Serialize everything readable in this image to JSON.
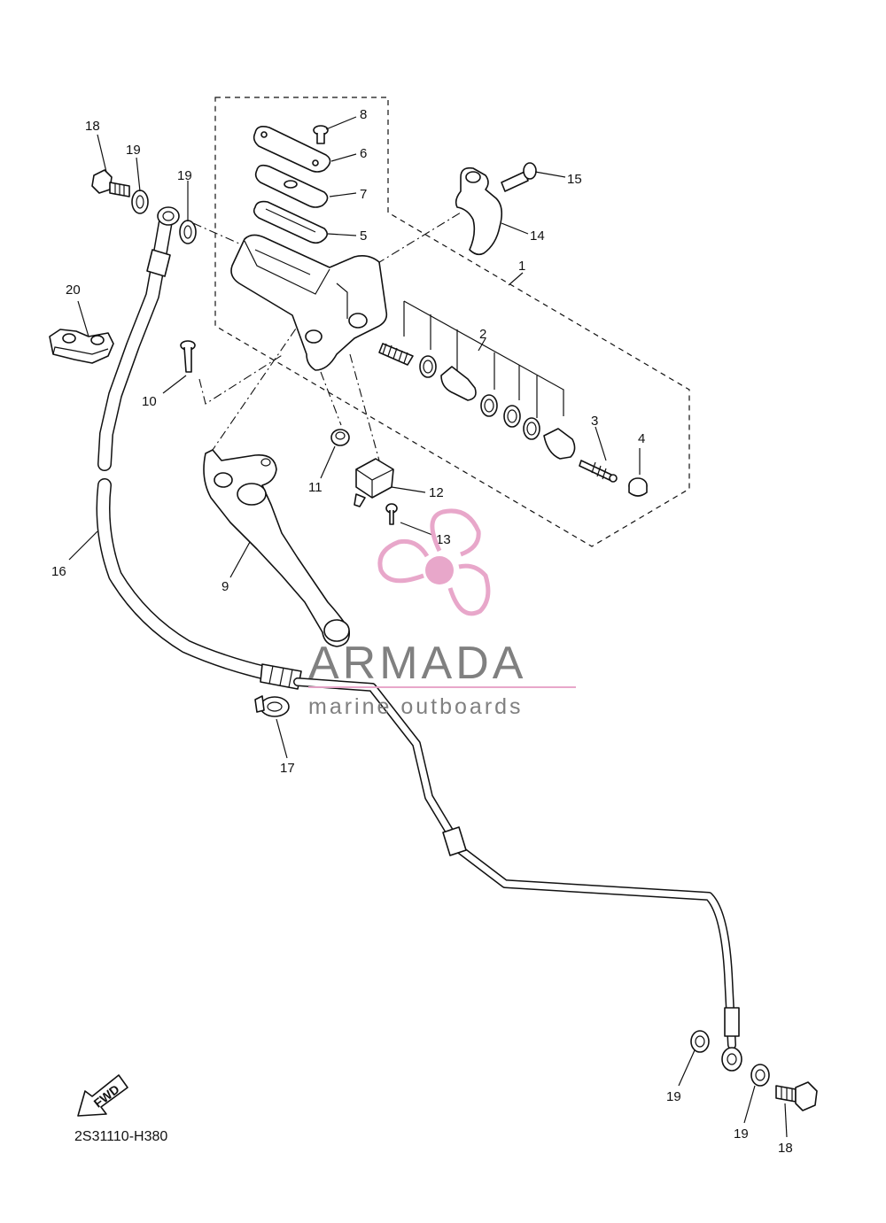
{
  "diagram": {
    "drawing_code": "2S31110-H380",
    "fwd_label": "FWD",
    "callouts": [
      {
        "id": "c1",
        "text": "1"
      },
      {
        "id": "c2",
        "text": "2"
      },
      {
        "id": "c3",
        "text": "3"
      },
      {
        "id": "c4",
        "text": "4"
      },
      {
        "id": "c5",
        "text": "5"
      },
      {
        "id": "c6",
        "text": "6"
      },
      {
        "id": "c7",
        "text": "7"
      },
      {
        "id": "c8",
        "text": "8"
      },
      {
        "id": "c9",
        "text": "9"
      },
      {
        "id": "c10",
        "text": "10"
      },
      {
        "id": "c11",
        "text": "11"
      },
      {
        "id": "c12",
        "text": "12"
      },
      {
        "id": "c13",
        "text": "13"
      },
      {
        "id": "c14",
        "text": "14"
      },
      {
        "id": "c15",
        "text": "15"
      },
      {
        "id": "c16",
        "text": "16"
      },
      {
        "id": "c17",
        "text": "17"
      },
      {
        "id": "c18a",
        "text": "18"
      },
      {
        "id": "c18b",
        "text": "18"
      },
      {
        "id": "c19a",
        "text": "19"
      },
      {
        "id": "c19b",
        "text": "19"
      },
      {
        "id": "c19c",
        "text": "19"
      },
      {
        "id": "c19d",
        "text": "19"
      },
      {
        "id": "c20",
        "text": "20"
      }
    ]
  },
  "watermark": {
    "brand": "ARMADA",
    "tagline": "marine outboards",
    "color": "#e7a3c8"
  }
}
